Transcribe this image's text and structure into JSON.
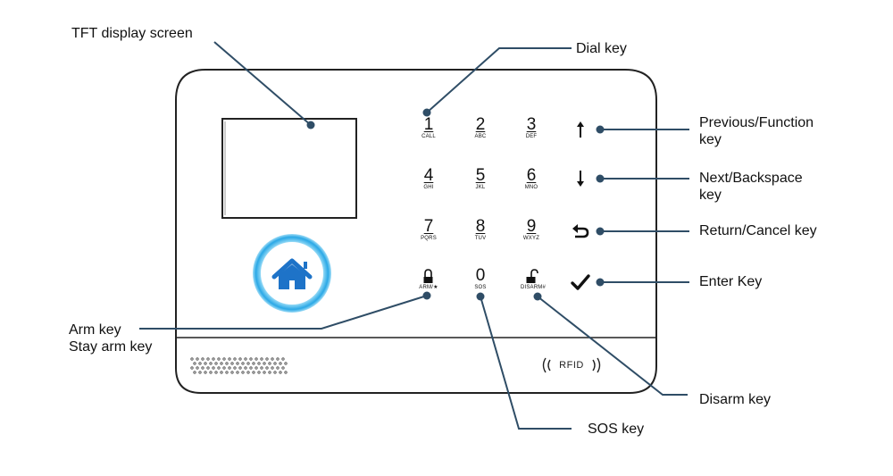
{
  "callouts": {
    "tft_display": "TFT display screen",
    "dial_key": "Dial key",
    "previous_function_line1": "Previous/Function",
    "previous_function_line2": "key",
    "next_backspace_line1": "Next/Backspace",
    "next_backspace_line2": "key",
    "return_cancel": "Return/Cancel key",
    "enter": "Enter Key",
    "arm_line1": "Arm key",
    "arm_line2": "Stay arm key",
    "disarm": "Disarm key",
    "sos": "SOS key"
  },
  "keypad": [
    {
      "id": "1",
      "digit": "1",
      "sub": "CALL"
    },
    {
      "id": "2",
      "digit": "2",
      "sub": "ABC"
    },
    {
      "id": "3",
      "digit": "3",
      "sub": "DEF"
    },
    {
      "id": "4",
      "digit": "4",
      "sub": "GHI"
    },
    {
      "id": "5",
      "digit": "5",
      "sub": "JKL"
    },
    {
      "id": "6",
      "digit": "6",
      "sub": "MNO"
    },
    {
      "id": "7",
      "digit": "7",
      "sub": "PQRS"
    },
    {
      "id": "8",
      "digit": "8",
      "sub": "TUV"
    },
    {
      "id": "9",
      "digit": "9",
      "sub": "WXYZ"
    },
    {
      "id": "arm",
      "digit": "",
      "sub": "ARM/★"
    },
    {
      "id": "0",
      "digit": "0",
      "sub": "SOS"
    },
    {
      "id": "disarm",
      "digit": "",
      "sub": "DISARM#"
    }
  ],
  "rfid_label": "RFID",
  "colors": {
    "leader_line": "#2f4d66",
    "device_outline": "#222222",
    "home_ring": "#29a9e6",
    "home_icon": "#1e73c8"
  },
  "icons": {
    "home_button": "house-icon",
    "up_key": "arrow-up-icon",
    "down_key": "arrow-down-icon",
    "return_key": "return-arrow-icon",
    "enter_key": "checkmark-icon",
    "arm_key": "padlock-closed-icon",
    "disarm_key": "padlock-open-icon",
    "rfid": "rfid-waves-icon",
    "speaker": "speaker-grille-icon"
  }
}
